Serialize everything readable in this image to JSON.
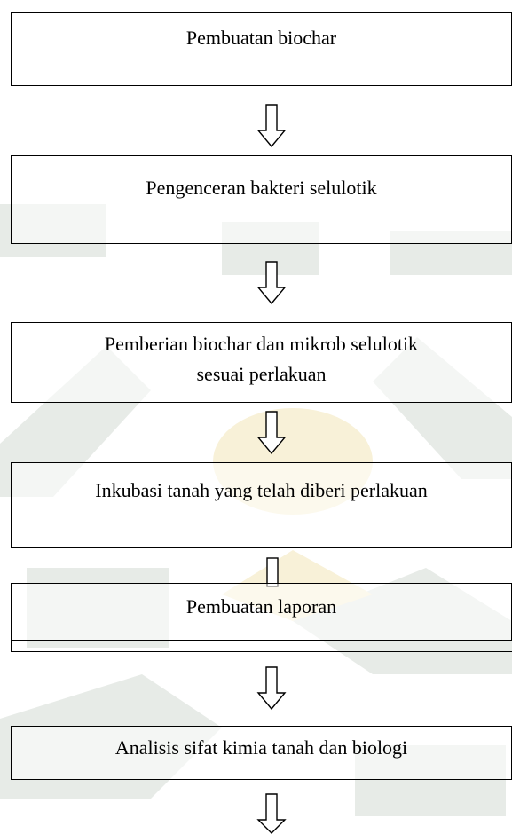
{
  "flowchart": {
    "steps": [
      {
        "line1": "Pembuatan biochar",
        "line2": ""
      },
      {
        "line1": "Pengenceran bakteri selulotik",
        "line2": ""
      },
      {
        "line1": "Pemberian biochar dan mikrob selulotik",
        "line2": "sesuai perlakuan"
      },
      {
        "line1": "Inkubasi tanah yang telah diberi perlakuan",
        "line2": ""
      },
      {
        "line1": "Pembuatan laporan",
        "line2": ""
      },
      {
        "line1": "Analisis sifat kimia tanah dan biologi",
        "line2": ""
      }
    ]
  },
  "colors": {
    "stroke": "#000000",
    "watermark_green": "#e7ebe7",
    "watermark_gold": "#f8f1d8"
  }
}
